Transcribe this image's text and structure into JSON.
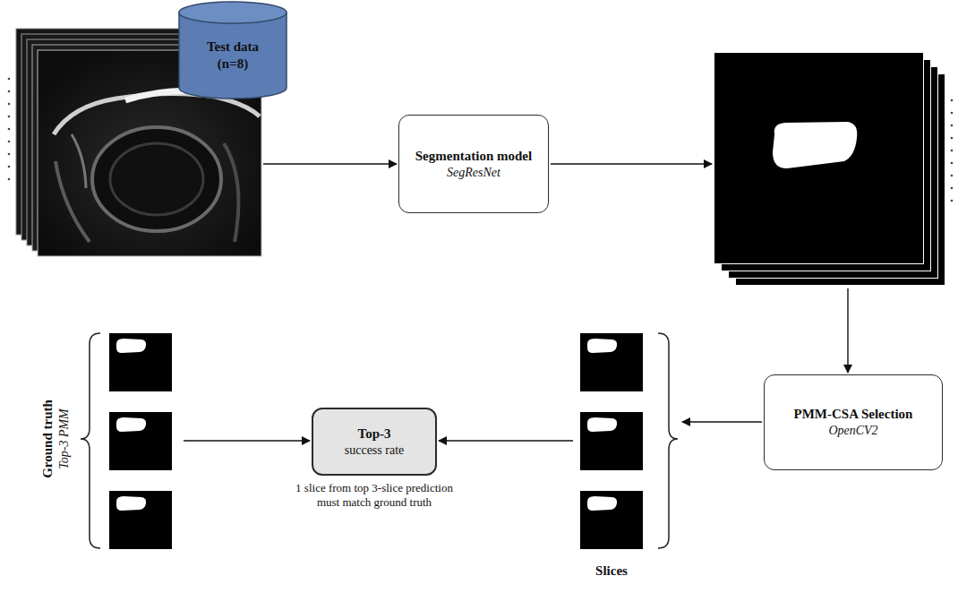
{
  "diagram": {
    "nodes": [
      {
        "text": [
          "Test data",
          "(n=8)"
        ]
      },
      {
        "text": [
          "Segmentation model",
          "SegResNet"
        ]
      },
      {
        "text": [
          "PMM-CSA Selection",
          "OpenCV2"
        ]
      },
      {
        "text": [
          "Top-3",
          "success rate"
        ]
      }
    ],
    "labels": [
      "1 slice from top 3-slice prediction must match ground truth",
      "Slices",
      "Ground truth",
      "Top-3 PMM"
    ]
  }
}
